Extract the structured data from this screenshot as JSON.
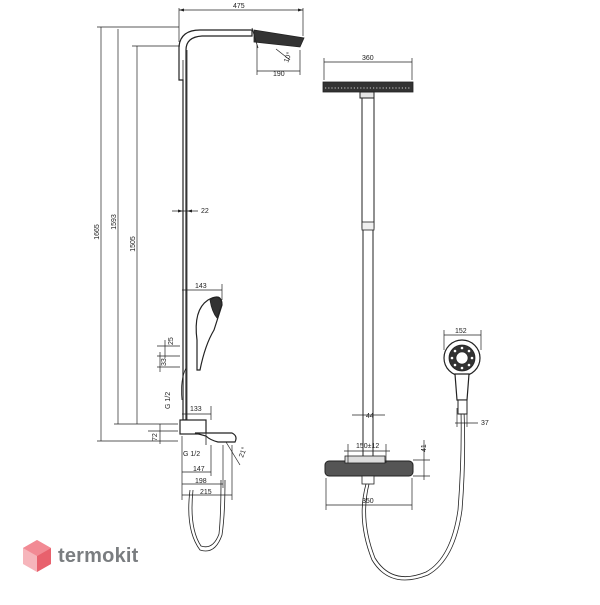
{
  "brand": {
    "name": "termokit",
    "logo_icon": "cube-logo-icon",
    "logo_color": "#e8616d"
  },
  "side_view": {
    "dims": {
      "top_width": "475",
      "head_diameter": "190",
      "head_angle": "10°",
      "height_total": "1665",
      "height_mid": "1593",
      "height_low": "1505",
      "pipe": "22",
      "hand_shower_reach": "143",
      "small_25": "25",
      "small_33": "33",
      "thread_upper": "G 1/2",
      "body_133": "133",
      "small_72": "72",
      "thread_lower": "G 1/2",
      "spout_147": "147",
      "spout_198": "198",
      "spout_215": "215",
      "angle_21": "21°"
    }
  },
  "front_view": {
    "dims": {
      "head_width": "360",
      "pipe_44": "44",
      "centers": "150±12",
      "body_41": "41",
      "body_width": "350"
    }
  },
  "hand_shower": {
    "dims": {
      "diameter": "152",
      "handle": "37"
    }
  }
}
